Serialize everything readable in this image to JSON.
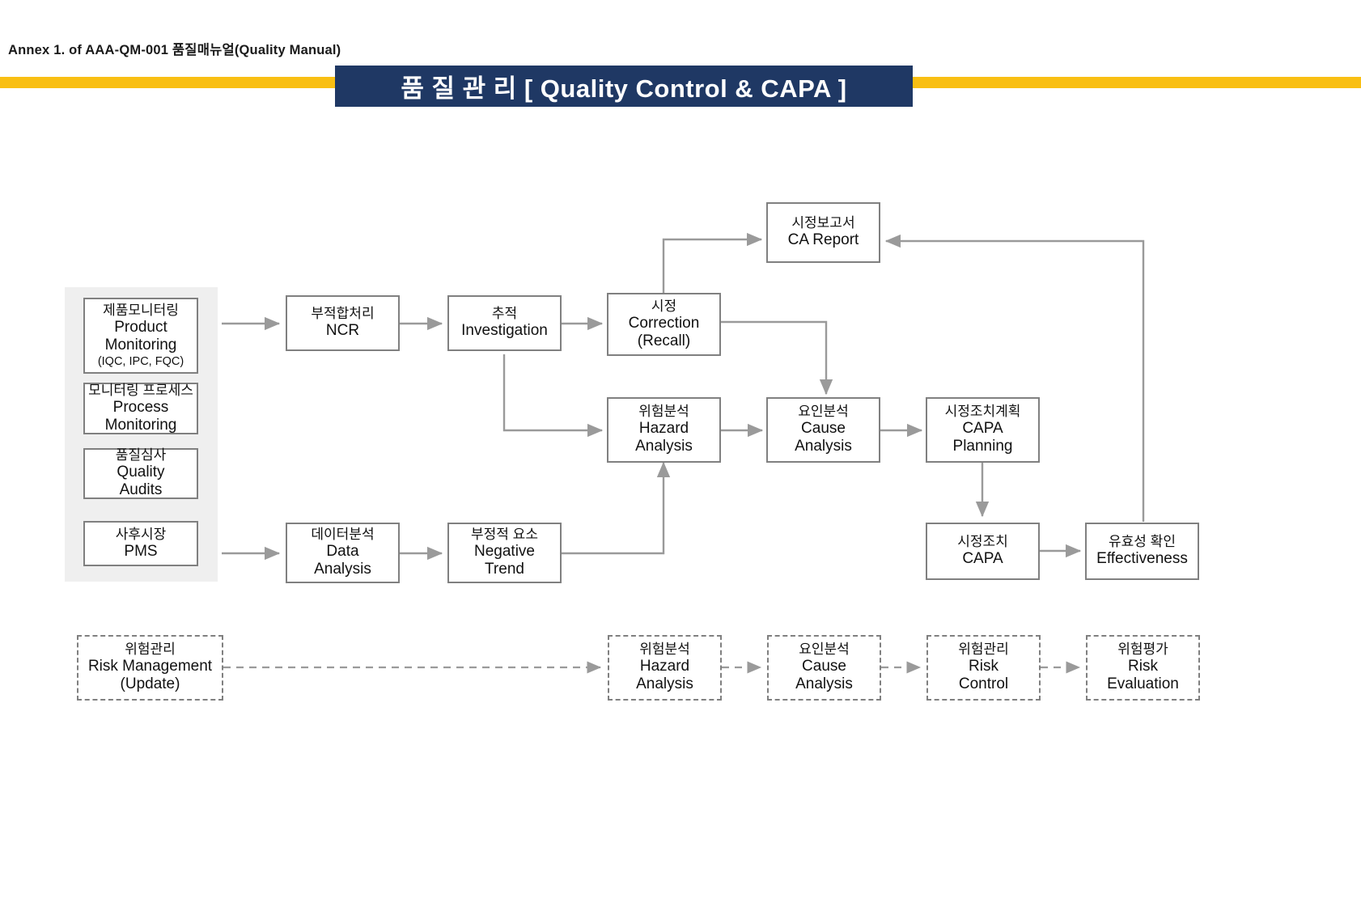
{
  "header": {
    "annex_label": "Annex 1. of AAA-QM-001 품질매뉴얼(Quality Manual)",
    "title": "품 질 관 리 [ Quality Control & CAPA ]",
    "banner_color": "#1f3864",
    "accent_bar_color": "#f9bf13"
  },
  "colors": {
    "box_border": "#808080",
    "connector": "#9a9a9a",
    "panel_background": "#efefef",
    "text": "#111111"
  },
  "inputs_panel": {
    "name": "inputs-group",
    "boxes": [
      {
        "ko": "제품모니터링",
        "en": "Product",
        "en2": "Monitoring",
        "sub": "(IQC, IPC, FQC)"
      },
      {
        "ko": "모니터링 프로세스",
        "en": "Process",
        "en2": "Monitoring",
        "sub": ""
      },
      {
        "ko": "품질심사",
        "en": "Quality",
        "en2": "Audits",
        "sub": ""
      },
      {
        "ko": "사후시장",
        "en": "PMS",
        "en2": "",
        "sub": ""
      }
    ]
  },
  "flow": {
    "ncr": {
      "ko": "부적합처리",
      "en": "NCR"
    },
    "investigation": {
      "ko": "추적",
      "en": "Investigation"
    },
    "correction": {
      "ko": "시정",
      "en": "Correction",
      "en2": "(Recall)"
    },
    "ca_report": {
      "ko": "시정보고서",
      "en": "CA Report"
    },
    "hazard_analysis": {
      "ko": "위험분석",
      "en": "Hazard",
      "en2": "Analysis"
    },
    "cause_analysis": {
      "ko": "요인분석",
      "en": "Cause",
      "en2": "Analysis"
    },
    "capa_planning": {
      "ko": "시정조치계획",
      "en": "CAPA",
      "en2": "Planning"
    },
    "capa": {
      "ko": "시정조치",
      "en": "CAPA"
    },
    "effectiveness": {
      "ko": "유효성 확인",
      "en": "Effectiveness"
    },
    "data_analysis": {
      "ko": "데이터분석",
      "en": "Data",
      "en2": "Analysis"
    },
    "negative_trend": {
      "ko": "부정적 요소",
      "en": "Negative",
      "en2": "Trend"
    }
  },
  "risk_row": {
    "risk_management": {
      "ko": "위험관리",
      "en": "Risk Management",
      "en2": "(Update)"
    },
    "hazard_analysis": {
      "ko": "위험분석",
      "en": "Hazard",
      "en2": "Analysis"
    },
    "cause_analysis": {
      "ko": "요인분석",
      "en": "Cause",
      "en2": "Analysis"
    },
    "risk_control": {
      "ko": "위험관리",
      "en": "Risk",
      "en2": "Control"
    },
    "risk_evaluation": {
      "ko": "위험평가",
      "en": "Risk",
      "en2": "Evaluation"
    }
  }
}
